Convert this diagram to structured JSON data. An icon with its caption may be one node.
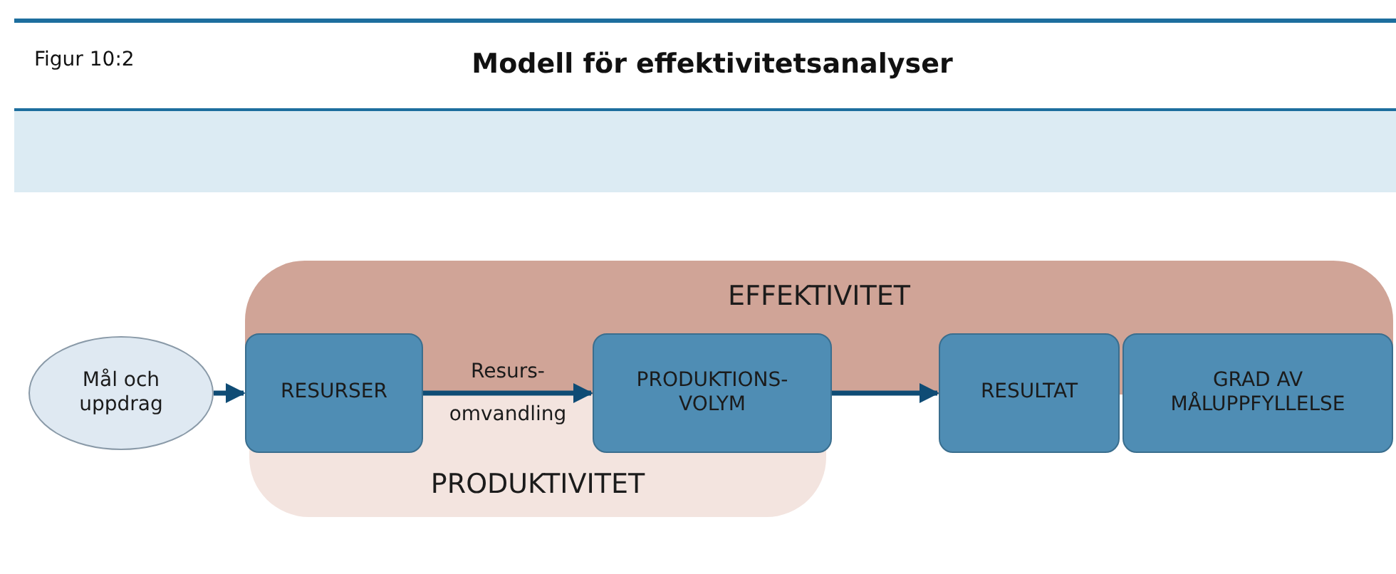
{
  "diagram": {
    "title": "Modell för effektivitetsanalyser",
    "nodes": [
      {
        "text": [
          "EFFEKTIVITET"
        ]
      },
      {
        "text": [
          "PRODUKTIVITET"
        ]
      },
      {
        "text": [
          "Mål och uppdrag"
        ]
      },
      {
        "text": [
          "RESURSER"
        ]
      },
      {
        "text": [
          "PRODUKTIONS- VOLYM"
        ]
      },
      {
        "text": [
          "RESULTAT"
        ]
      },
      {
        "text": [
          "GRAD AV MÅLUPPFYLLELSE"
        ]
      }
    ],
    "edges": [
      {
        "from": 2,
        "to": 3,
        "arrow": "to"
      },
      {
        "from": 3,
        "to": 4,
        "arrow": "to",
        "label": "Resurs- omvandling"
      },
      {
        "from": 4,
        "to": 5,
        "arrow": "to"
      }
    ],
    "labels": [
      "Figur 10:2"
    ]
  }
}
